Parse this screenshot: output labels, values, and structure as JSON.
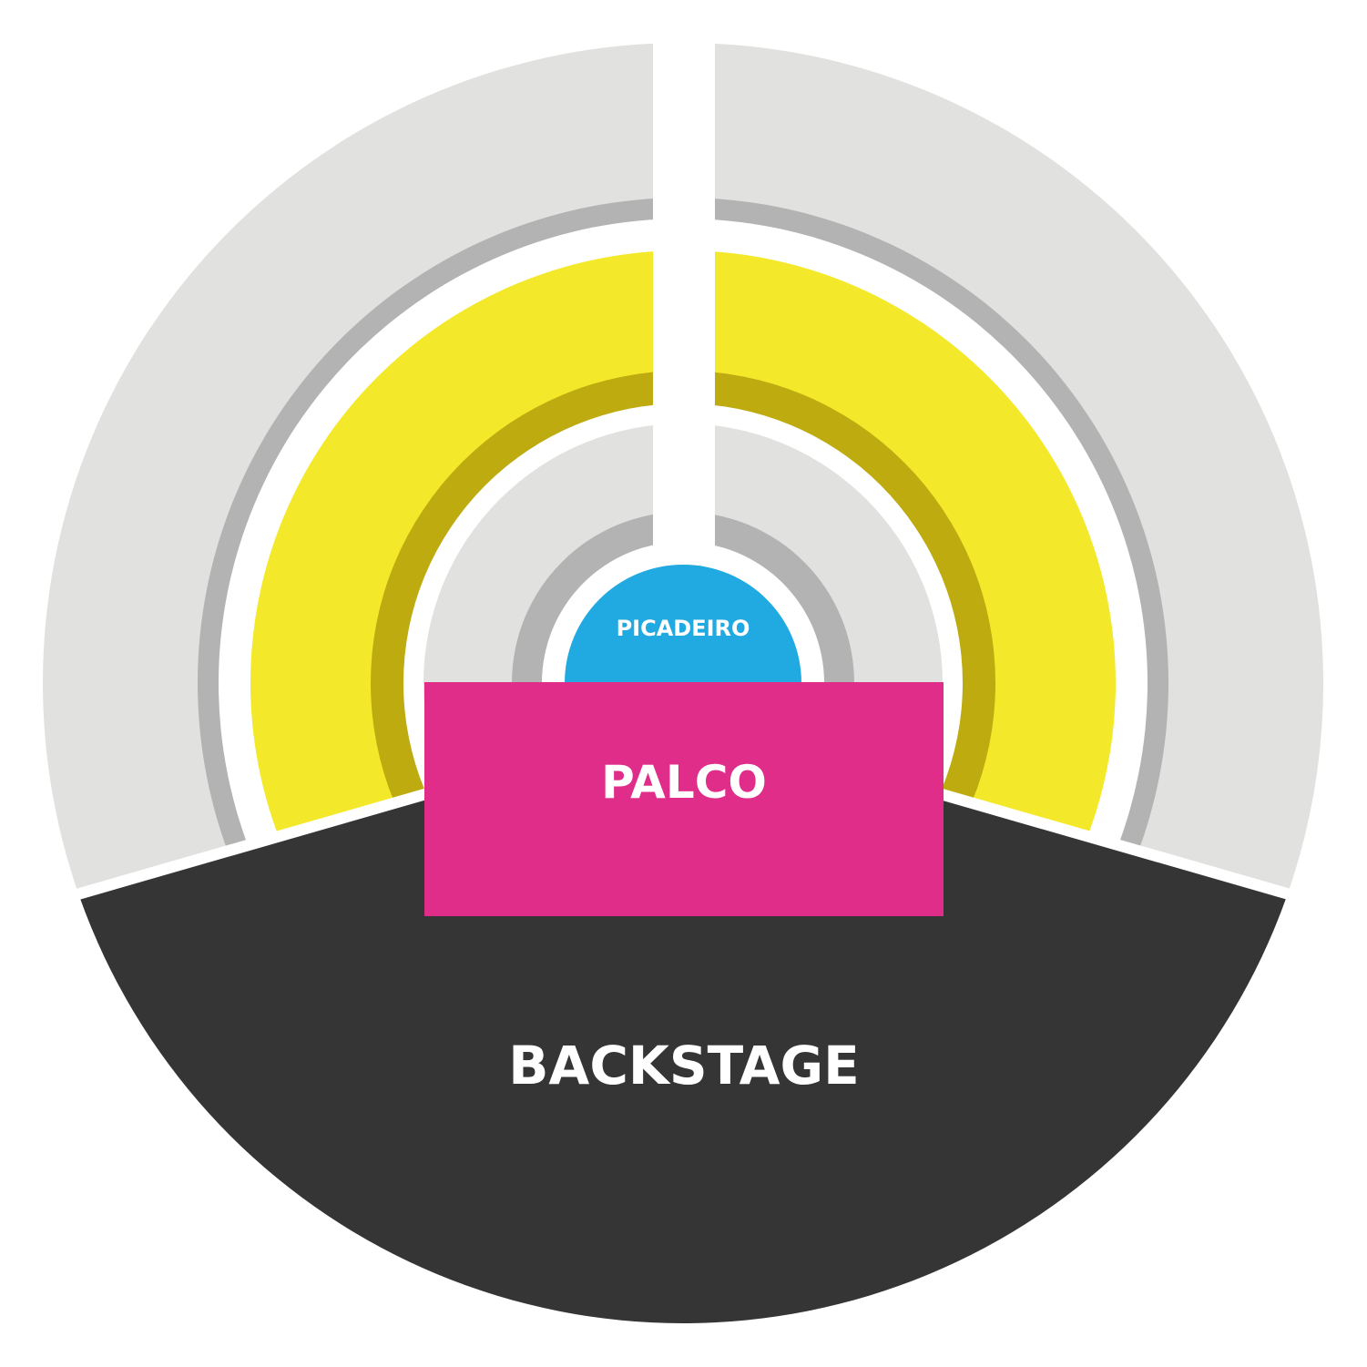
{
  "labels": {
    "picadeiro": "PICADEIRO",
    "palco": "PALCO",
    "backstage": "BACKSTAGE"
  },
  "colors": {
    "outer_section": "#e1e1df",
    "outer_border": "#b3b3b3",
    "middle_section": "#f3e92a",
    "middle_border": "#bdab10",
    "inner_section": "#e1e1df",
    "inner_border": "#b3b3b3",
    "picadeiro": "#21a9e1",
    "palco": "#e02d8a",
    "backstage": "#353535"
  }
}
